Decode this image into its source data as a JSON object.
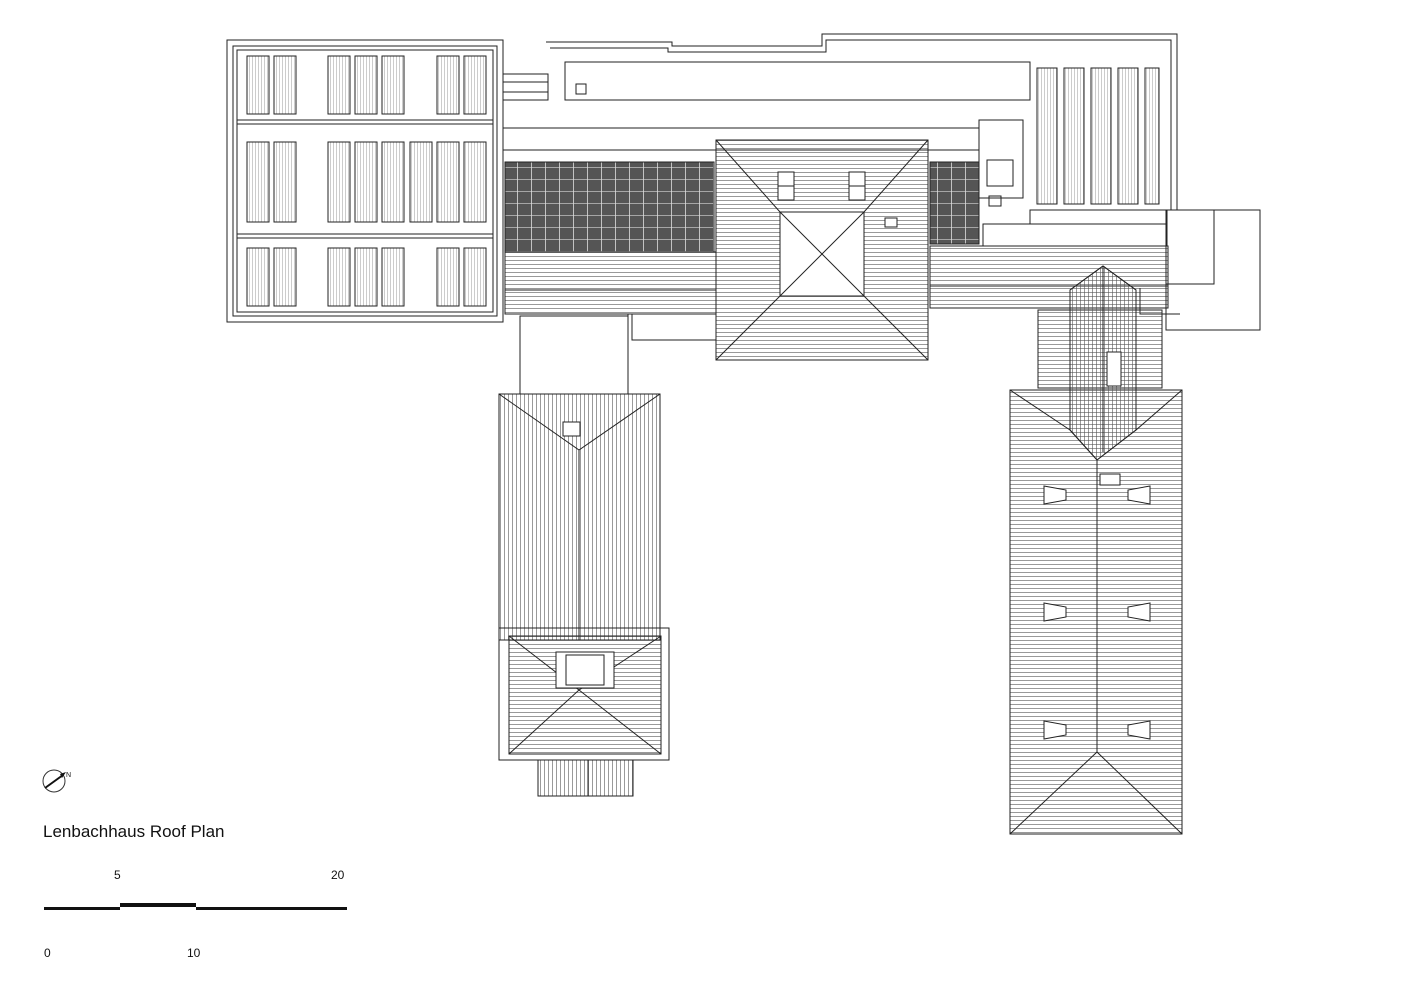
{
  "drawing": {
    "title": "Lenbachhaus Roof Plan",
    "north_arrow_letter": "N",
    "icons": [
      "north-arrow-icon"
    ]
  },
  "scale_bar": {
    "labels_top": [
      "5",
      "20"
    ],
    "labels_bottom": [
      "0",
      "10"
    ]
  },
  "colors": {
    "line": "#222222",
    "fill_dark": "#555555",
    "background": "#ffffff"
  }
}
